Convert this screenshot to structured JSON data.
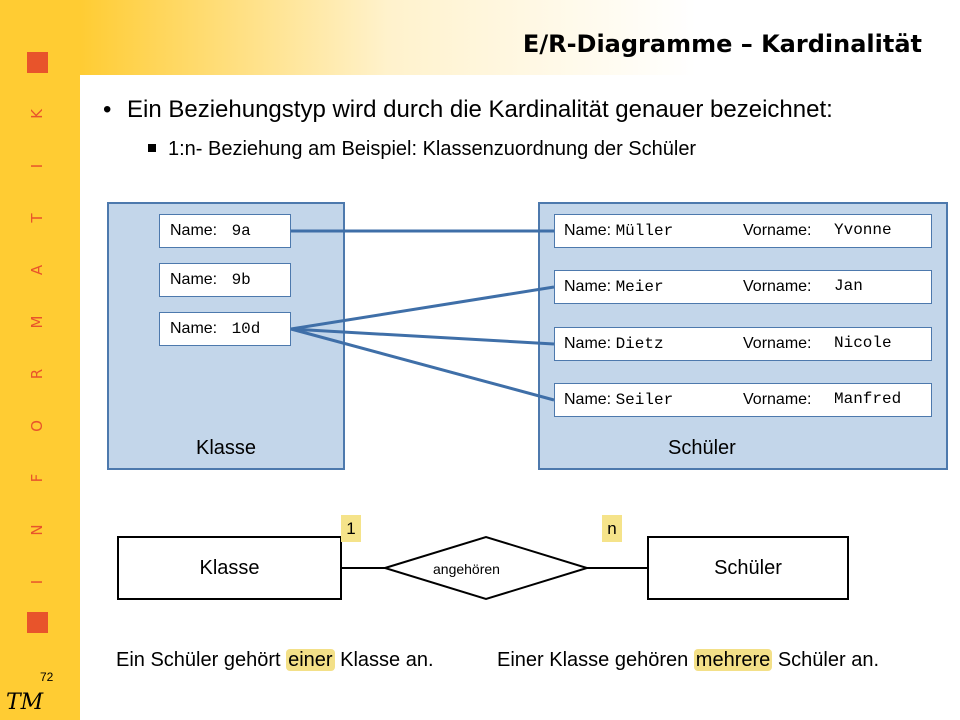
{
  "sidebar": {
    "letters": [
      "I",
      "N",
      "F",
      "O",
      "R",
      "M",
      "A",
      "T",
      "I",
      "K"
    ],
    "page_number": "72",
    "logo": "TM"
  },
  "slide": {
    "title": "E/R-Diagramme – Kardinalität",
    "bullet1": "Ein Beziehungstyp wird durch die Kardinalität genauer bezeichnet:",
    "bullet2": "1:n- Beziehung am Beispiel: Klassenzuordnung der Schüler"
  },
  "klasse_set": {
    "label": "Klasse",
    "name_label": "Name:",
    "items": [
      "9a",
      "9b",
      "10d"
    ]
  },
  "schueler_set": {
    "label": "Schüler",
    "name_label": "Name:",
    "vorname_label": "Vorname:",
    "items": [
      {
        "name": "Müller",
        "vorname": "Yvonne"
      },
      {
        "name": "Meier",
        "vorname": "Jan"
      },
      {
        "name": "Dietz",
        "vorname": "Nicole"
      },
      {
        "name": "Seiler",
        "vorname": "Manfred"
      }
    ]
  },
  "er_diagram": {
    "entity_left": "Klasse",
    "entity_right": "Schüler",
    "relationship": "angehören",
    "card_left": "1",
    "card_right": "n"
  },
  "captions": {
    "left_pre": "Ein Schüler gehört ",
    "left_hl": "einer",
    "left_post": " Klasse an.",
    "right_pre": "Einer Klasse gehören ",
    "right_hl": "mehrere",
    "right_post": " Schüler an."
  },
  "colors": {
    "sidebar": "#ffcc33",
    "accent": "#e8542b",
    "set_fill": "#c3d6ea",
    "line": "#4d79ad",
    "highlight": "#f3e088"
  }
}
